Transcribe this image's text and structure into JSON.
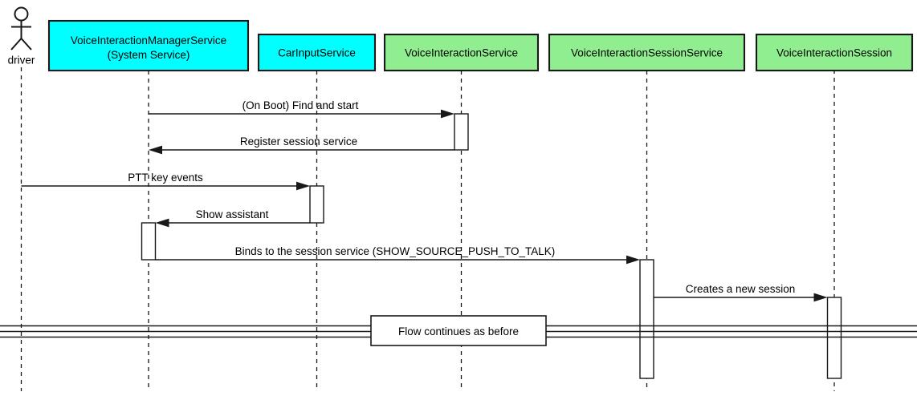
{
  "diagram": {
    "kind": "uml-sequence-diagram",
    "background": "#FFFFFF",
    "line_color": "#181818",
    "actor": {
      "label": "driver"
    },
    "participants": [
      {
        "label": "VoiceInteractionManagerService",
        "sublabel": "(System Service)",
        "fill": "#00FFFF"
      },
      {
        "label": "CarInputService",
        "fill": "#00FFFF"
      },
      {
        "label": "VoiceInteractionService",
        "fill": "#90EE90"
      },
      {
        "label": "VoiceInteractionSessionService",
        "fill": "#90EE90"
      },
      {
        "label": "VoiceInteractionSession",
        "fill": "#90EE90"
      }
    ],
    "messages": [
      {
        "label": "(On Boot) Find and start",
        "from": "VoiceInteractionManagerService",
        "to": "VoiceInteractionService",
        "direction": "right"
      },
      {
        "label": "Register session service",
        "from": "VoiceInteractionService",
        "to": "VoiceInteractionManagerService",
        "direction": "left"
      },
      {
        "label": "PTT key events",
        "from": "driver",
        "to": "CarInputService",
        "direction": "right"
      },
      {
        "label": "Show assistant",
        "from": "CarInputService",
        "to": "VoiceInteractionManagerService",
        "direction": "left"
      },
      {
        "label": "Binds to the session service (SHOW_SOURCE_PUSH_TO_TALK)",
        "from": "VoiceInteractionManagerService",
        "to": "VoiceInteractionSessionService",
        "direction": "right"
      },
      {
        "label": "Creates a new session",
        "from": "VoiceInteractionSessionService",
        "to": "VoiceInteractionSession",
        "direction": "right"
      }
    ],
    "divider": {
      "label": "Flow continues as before"
    }
  }
}
